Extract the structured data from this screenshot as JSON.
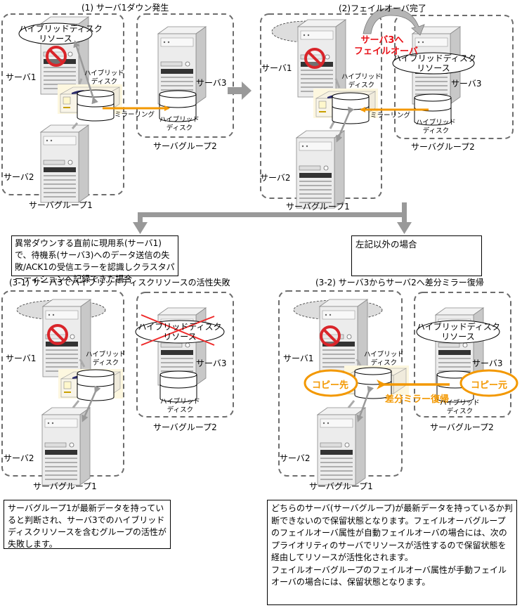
{
  "panels": {
    "p1": {
      "title": "(1) サーバ1ダウン発生",
      "server1": "サーバ1",
      "server2": "サーバ2",
      "server3": "サーバ3",
      "group1": "サーバグループ1",
      "group2": "サーバグループ2",
      "resource_line1": "ハイブリッドディスク",
      "resource_line2": "リソース",
      "disk1_line1": "ハイブリッド",
      "disk1_line2": "ディスク",
      "disk3_line1": "ハイブリッド",
      "disk3_line2": "ディスク",
      "mirroring": "ミラーリング"
    },
    "p2": {
      "title": "(2)フェイルオーバ完了",
      "server1": "サーバ1",
      "server2": "サーバ2",
      "server3": "サーバ3",
      "group1": "サーバグループ1",
      "group2": "サーバグループ2",
      "resource_line1": "ハイブリッドディスク",
      "resource_line2": "リソース",
      "disk1_line1": "ハイブリッド",
      "disk1_line2": "ディスク",
      "disk3_line1": "ハイブリッド",
      "disk3_line2": "ディスク",
      "mirroring": "ミラーリング",
      "failover_line1": "サーバ3へ",
      "failover_line2": "フェイルオーバ"
    },
    "p31": {
      "title": "(3-1) サーバ3でハイブリッドディスクリソースの活性失敗",
      "server1": "サーバ1",
      "server2": "サーバ2",
      "server3": "サーバ3",
      "group1": "サーバグループ1",
      "group2": "サーバグループ2",
      "resource_line1": "ハイブリッドディスク",
      "resource_line2": "リソース",
      "disk1_line1": "ハイブリッド",
      "disk1_line2": "ディスク",
      "disk3_line1": "ハイブリッド",
      "disk3_line2": "ディスク"
    },
    "p32": {
      "title": "(3-2) サーバ3からサーバ2へ差分ミラー復帰",
      "server1": "サーバ1",
      "server2": "サーバ2",
      "server3": "サーバ3",
      "group1": "サーバグループ1",
      "group2": "サーバグループ2",
      "resource_line1": "ハイブリッドディスク",
      "resource_line2": "リソース",
      "disk1_line1": "ハイブリッド",
      "disk1_line2": "ディスク",
      "disk3_line1": "ハイブリッド",
      "disk3_line2": "ディスク",
      "copy_dest": "コピー先",
      "copy_src": "コピー元",
      "diff_mirror": "差分ミラー復帰"
    }
  },
  "conditions": {
    "left": "異常ダウンする直前に現用系(サーバ1)で、待機系(サーバ3)へのデータ送信の失敗/ACK1の受信エラーを認識しクラスタパーティションへ記録できた場合",
    "right": "左記以外の場合"
  },
  "results": {
    "left": "サーバグループ1が最新データを持っていると判断され、サーバ3でのハイブリッドディスクリソースを含むグループの活性が失敗します。",
    "right_p1": "どちらのサーバ(サーバグループ)が最新データを持っているか判断できないので保留状態となります。フェイルオーバグループのフェイルオーバ属性が自動フェイルオーバの場合には、次のプライオリティのサーバでリソースが活性するので保留状態を経由してリソースが活性化されます。",
    "right_p2": "フェイルオーバグループのフェイルオーバ属性が手動フェイルオーバの場合には、保留状態となります。"
  },
  "colors": {
    "mirror_arrow": "#f39800",
    "failover_text": "#e8131a",
    "flow_arrow": "#999999",
    "dashed_border": "#6d6d6d"
  }
}
